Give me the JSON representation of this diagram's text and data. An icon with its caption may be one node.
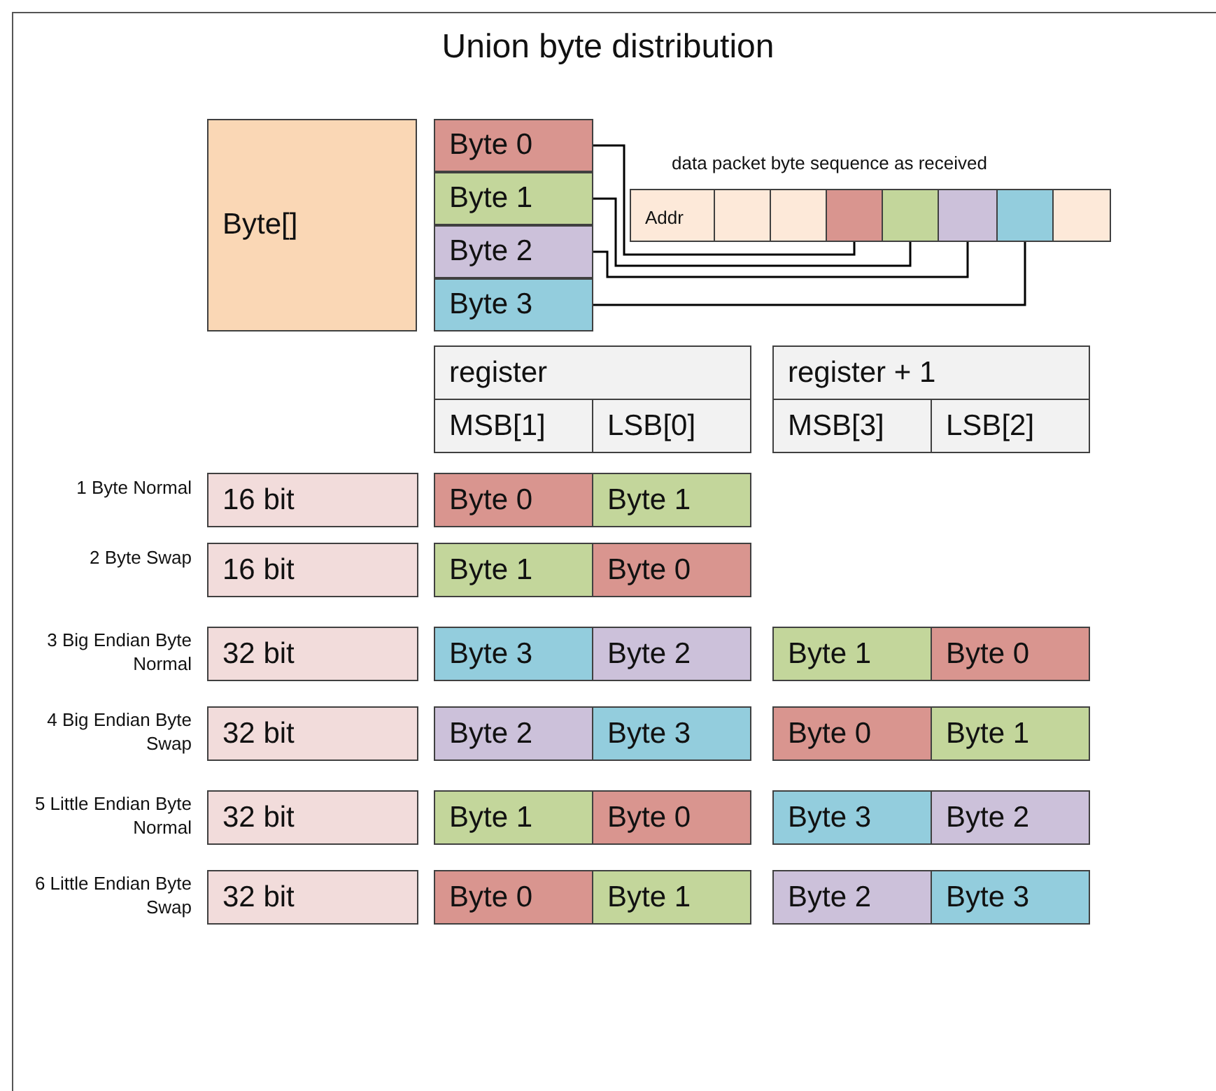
{
  "diagram": {
    "title": "Union byte distribution",
    "nodes": [
      {
        "text": [
          "Byte[]"
        ]
      },
      {
        "text": [
          "Byte 0"
        ]
      },
      {
        "text": [
          "Byte 1"
        ]
      },
      {
        "text": [
          "Byte 2"
        ]
      },
      {
        "text": [
          "Byte 3"
        ]
      },
      {
        "text": [
          "Addr"
        ]
      },
      {
        "text": [],
        "shape": "box"
      },
      {
        "text": [],
        "shape": "box"
      },
      {
        "text": [],
        "shape": "box"
      },
      {
        "text": [],
        "shape": "box"
      },
      {
        "text": [],
        "shape": "box"
      },
      {
        "text": [],
        "shape": "box"
      },
      {
        "text": [],
        "shape": "box"
      },
      {
        "text": [
          "register"
        ]
      },
      {
        "text": [
          "MSB[1]"
        ]
      },
      {
        "text": [
          "LSB[0]"
        ]
      },
      {
        "text": [
          "register + 1"
        ]
      },
      {
        "text": [
          "MSB[3]"
        ]
      },
      {
        "text": [
          "LSB[2]"
        ]
      },
      {
        "text": [
          "16 bit"
        ]
      },
      {
        "text": [
          "Byte 0"
        ]
      },
      {
        "text": [
          "Byte 1"
        ]
      },
      {
        "text": [
          "16 bit"
        ]
      },
      {
        "text": [
          "Byte 1"
        ]
      },
      {
        "text": [
          "Byte 0"
        ]
      },
      {
        "text": [
          "32 bit"
        ]
      },
      {
        "text": [
          "Byte 3"
        ]
      },
      {
        "text": [
          "Byte 2"
        ]
      },
      {
        "text": [
          "Byte 1"
        ]
      },
      {
        "text": [
          "Byte 0"
        ]
      },
      {
        "text": [
          "32 bit"
        ]
      },
      {
        "text": [
          "Byte 2"
        ]
      },
      {
        "text": [
          "Byte 3"
        ]
      },
      {
        "text": [
          "Byte 0"
        ]
      },
      {
        "text": [
          "Byte 1"
        ]
      },
      {
        "text": [
          "32 bit"
        ]
      },
      {
        "text": [
          "Byte 1"
        ]
      },
      {
        "text": [
          "Byte 0"
        ]
      },
      {
        "text": [
          "Byte 3"
        ]
      },
      {
        "text": [
          "Byte 2"
        ]
      },
      {
        "text": [
          "32 bit"
        ]
      },
      {
        "text": [
          "Byte 0"
        ]
      },
      {
        "text": [
          "Byte 1"
        ]
      },
      {
        "text": [
          "Byte 2"
        ]
      },
      {
        "text": [
          "Byte 3"
        ]
      }
    ],
    "edges": [
      {
        "from": 1,
        "to": 8,
        "arrow": "none"
      },
      {
        "from": 2,
        "to": 9,
        "arrow": "none"
      },
      {
        "from": 3,
        "to": 10,
        "arrow": "none"
      },
      {
        "from": 4,
        "to": 11,
        "arrow": "none"
      }
    ],
    "labels": [
      "data packet byte sequence as received",
      "1 Byte Normal",
      "2 Byte Swap",
      "3 Big Endian Byte Normal",
      "4 Big Endian Byte Swap",
      "5 Little Endian Byte Normal",
      "6 Little Endian Byte Swap"
    ]
  }
}
